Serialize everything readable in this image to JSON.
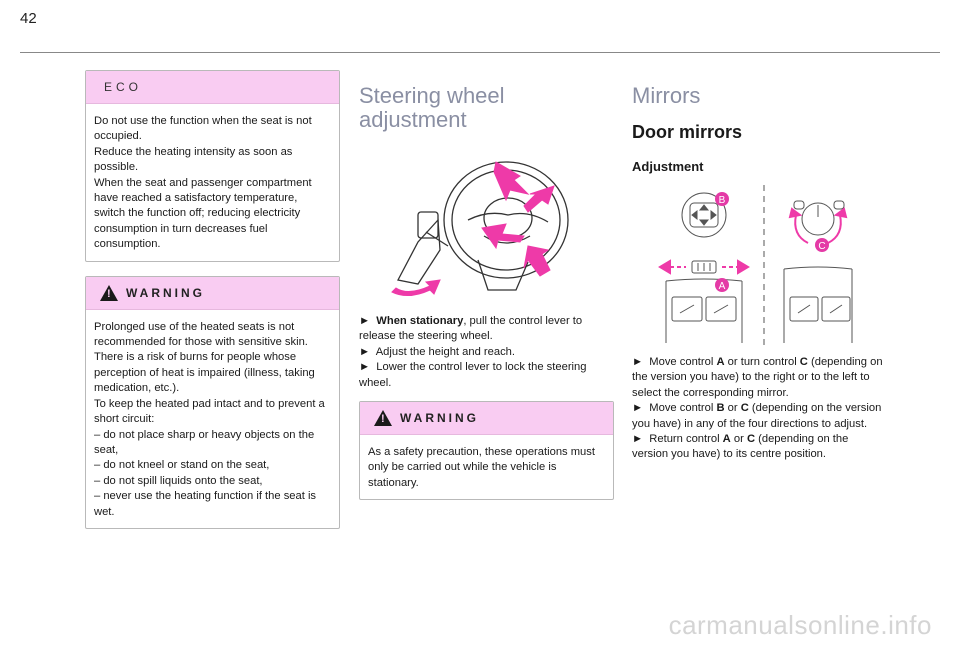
{
  "page": {
    "number": "42"
  },
  "col1": {
    "eco": {
      "title": "ECO",
      "lines": [
        "Do not use the function when the seat is not occupied.",
        "Reduce the heating intensity as soon as possible.",
        "When the seat and passenger compartment have reached a satisfactory temperature, switch the function off; reducing electricity consumption in turn decreases fuel consumption."
      ]
    },
    "warning": {
      "title": "WARNING",
      "lines": [
        "Prolonged use of the heated seats is not recommended for those with sensitive skin.",
        "There is a risk of burns for people whose perception of heat is impaired (illness, taking medication, etc.).",
        "To keep the heated pad intact and to prevent a short circuit:",
        "– do not place sharp or heavy objects on the seat,",
        "– do not kneel or stand on the seat,",
        "– do not spill liquids onto the seat,",
        "– never use the heating function if the seat is wet."
      ]
    }
  },
  "col2": {
    "heading": "Steering wheel adjustment",
    "steps": {
      "s1_bold": "When stationary",
      "s1_rest": ", pull the control lever to release the steering wheel.",
      "s2": "Adjust the height and reach.",
      "s3": "Lower the control lever to lock the steering wheel."
    },
    "bullet": "►",
    "warning": {
      "title": "WARNING",
      "text": "As a safety precaution, these operations must only be carried out while the vehicle is stationary."
    }
  },
  "col3": {
    "heading": "Mirrors",
    "subheading": "Door mirrors",
    "subsubheading": "Adjustment",
    "figure_labels": {
      "a": "A",
      "b": "B",
      "c": "C"
    },
    "steps": {
      "s1_a": "Move control ",
      "s1_b": "A",
      "s1_c": " or turn control ",
      "s1_d": "C",
      "s1_e": " (depending on the version you have) to the right or to the left to select the corresponding mirror.",
      "s2_a": "Move control ",
      "s2_b": "B",
      "s2_c": " or ",
      "s2_d": "C",
      "s2_e": " (depending on the version you have) in any of the four directions to adjust.",
      "s3_a": "Return control ",
      "s3_b": "A",
      "s3_c": " or ",
      "s3_d": "C",
      "s3_e": " (depending on the version you have) to its centre position."
    }
  },
  "watermark": "carmanualsonline.info",
  "colors": {
    "accent_pink": "#f9ccf2",
    "marker_pink": "#e43aa6",
    "heading_grey": "#8a8fa3"
  }
}
